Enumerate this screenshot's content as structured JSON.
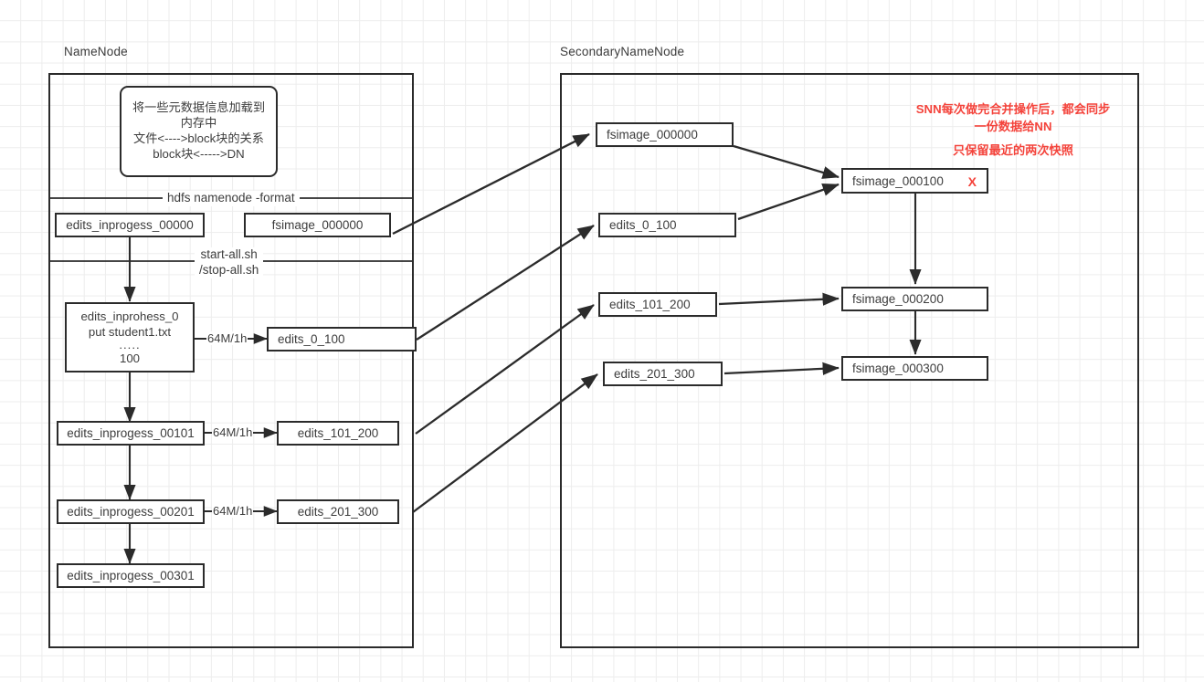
{
  "diagram": {
    "title_namenode": "NameNode",
    "title_secondary": "SecondaryNameNode"
  },
  "namenode": {
    "note": {
      "line1": "将一些元数据信息加载到内存中",
      "line2": "文件<---->block块的关系",
      "line3": "block块<----->DN"
    },
    "separators": {
      "format": "hdfs namenode -format",
      "startstop_line1": "start-all.sh",
      "startstop_line2": "/stop-all.sh"
    },
    "boxes": {
      "edits_inprogess_00000": "edits_inprogess_00000",
      "fsimage_000000": "fsimage_000000",
      "edits_inprohess_0": "edits_inprohess_0",
      "put_student": "put student1.txt",
      "dots": ".....",
      "hundred": "100",
      "edits_0_100": "edits_0_100",
      "edits_inprogess_00101": "edits_inprogess_00101",
      "edits_101_200": "edits_101_200",
      "edits_inprogess_00201": "edits_inprogess_00201",
      "edits_201_300": "edits_201_300",
      "edits_inprogess_00301": "edits_inprogess_00301"
    },
    "edge_labels": {
      "roll1": "64M/1h",
      "roll2": "64M/1h",
      "roll3": "64M/1h"
    }
  },
  "secondarynamenode": {
    "boxes": {
      "fsimage_000000": "fsimage_000000",
      "edits_0_100": "edits_0_100",
      "edits_101_200": "edits_101_200",
      "edits_201_300": "edits_201_300",
      "fsimage_000100": "fsimage_000100",
      "fsimage_000200": "fsimage_000200",
      "fsimage_000300": "fsimage_000300"
    },
    "marker_x": "X",
    "notes": {
      "note1": "SNN每次做完合并操作后，都会同步一份数据给NN",
      "note2": "只保留最近的两次快照"
    }
  },
  "colors": {
    "stroke": "#2b2b2b",
    "text": "#3d3d3d",
    "red": "#f4433b",
    "grid": "#ededed"
  }
}
